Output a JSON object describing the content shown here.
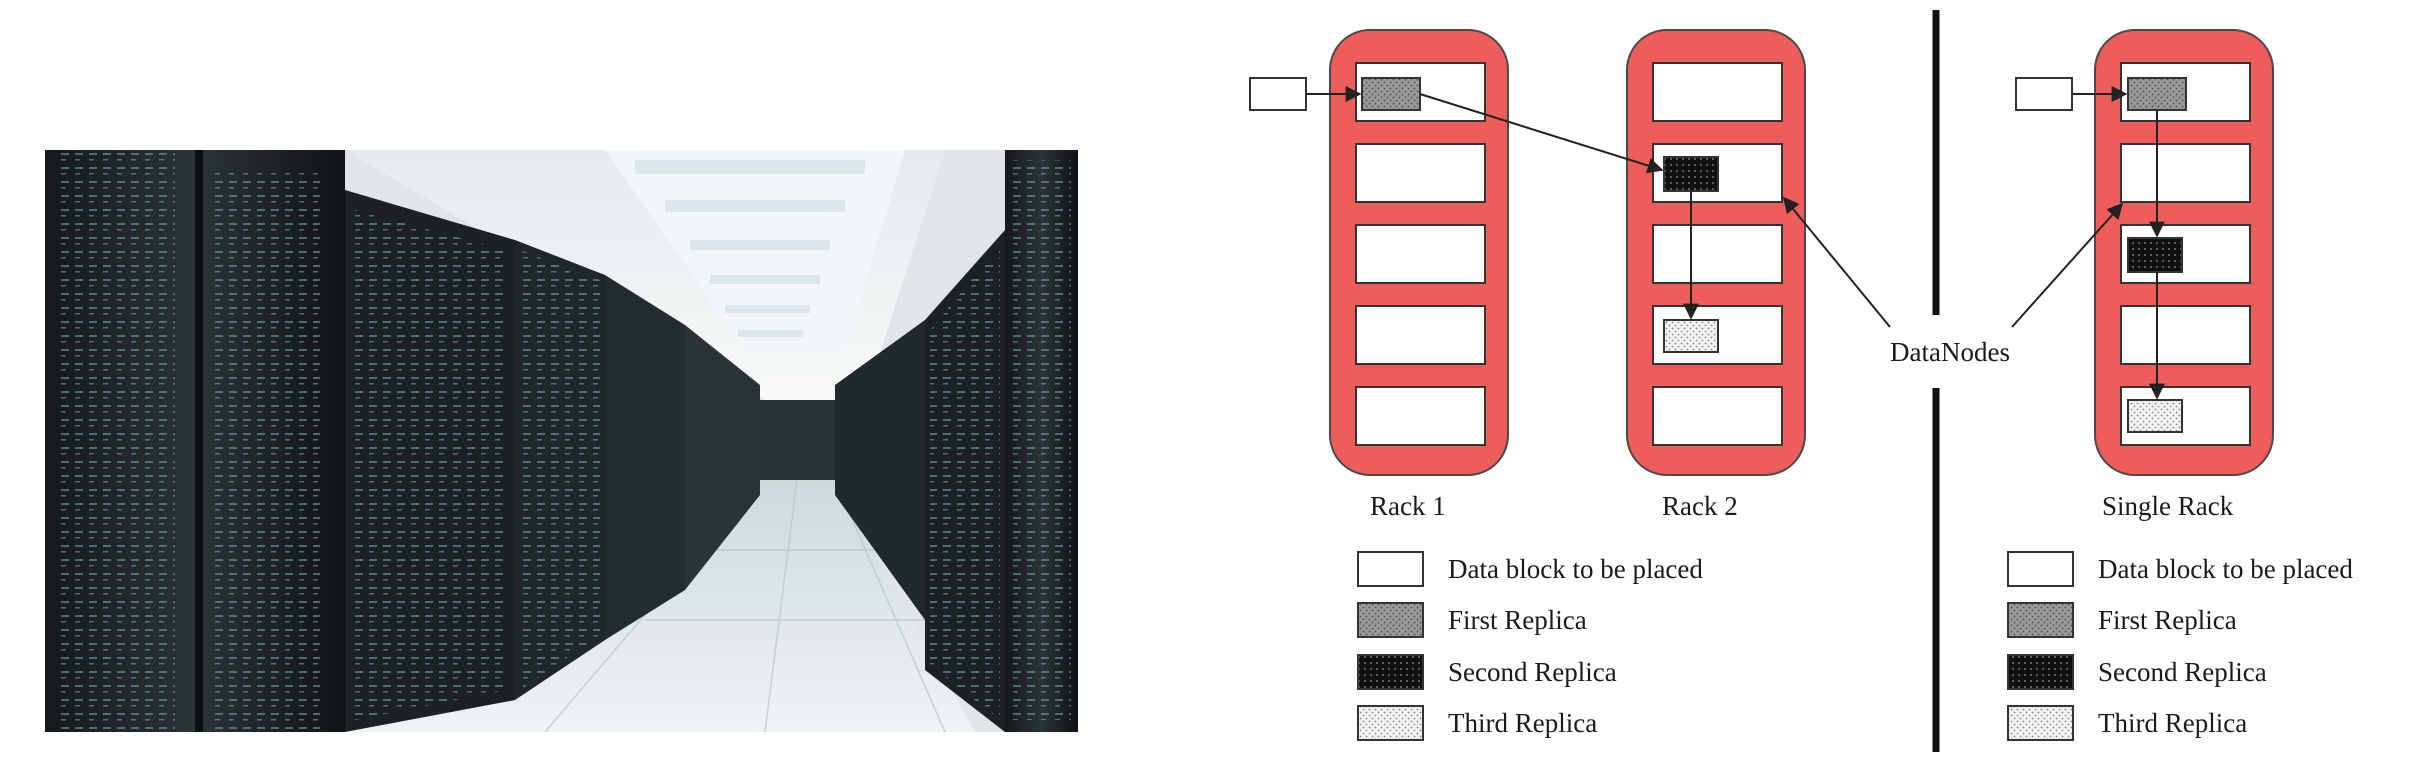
{
  "photo": {
    "subject": "server-room-aisle"
  },
  "colors": {
    "rack_fill": "#ee5d5a",
    "rack_stroke": "#4a4a4a",
    "node_fill": "#ffffff",
    "first_replica": "#8e8e8e",
    "second_replica": "#111111",
    "third_replica": "#e9e9e9"
  },
  "labels": {
    "rack1": "Rack 1",
    "rack2": "Rack 2",
    "single_rack": "Single Rack",
    "datanodes": "DataNodes"
  },
  "legend": {
    "items": [
      {
        "label": "Data block to be placed",
        "pattern": "empty"
      },
      {
        "label": "First Replica",
        "pattern": "first"
      },
      {
        "label": "Second Replica",
        "pattern": "second"
      },
      {
        "label": "Third Replica",
        "pattern": "third"
      }
    ]
  }
}
